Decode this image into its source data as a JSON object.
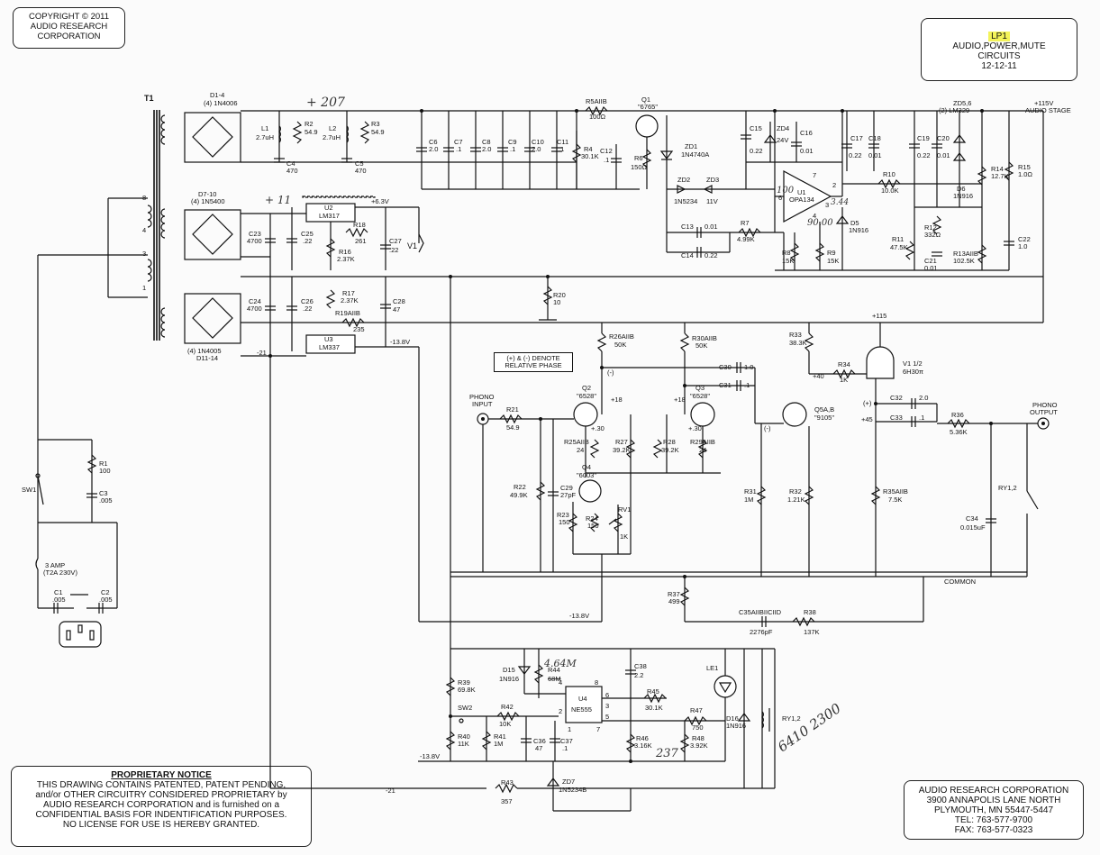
{
  "copyright": {
    "line1": "COPYRIGHT © 2011",
    "line2": "AUDIO RESEARCH",
    "line3": "CORPORATION"
  },
  "title_block": {
    "id": "LP1",
    "line1": "AUDIO,POWER,MUTE",
    "line2": "CIRCUITS",
    "date": "12-12-11",
    "highlight_color": "#f3f35a"
  },
  "proprietary": {
    "heading": "PROPRIETARY NOTICE",
    "lines": [
      "THIS DRAWING CONTAINS PATENTED, PATENT PENDING,",
      "and/or OTHER CIRCUITRY CONSIDERED PROPRIETARY by",
      "AUDIO RESEARCH CORPORATION and is furnished on a",
      "CONFIDENTIAL BASIS FOR INDENTIFICATION PURPOSES.",
      "NO LICENSE FOR USE IS HEREBY GRANTED."
    ]
  },
  "address": {
    "company": "AUDIO RESEARCH CORPORATION",
    "street": "3900 ANNAPOLIS LANE NORTH",
    "city": "PLYMOUTH, MN 55447-5447",
    "tel": "TEL:  763-577-9700",
    "fax": "FAX:  763-577-0323"
  },
  "phase_note": {
    "line1": "(+) & (-) DENOTE",
    "line2": "RELATIVE PHASE"
  },
  "handwritten": {
    "note1": "+ 207",
    "note2": "+ 11",
    "note3": "4.64M",
    "note4": "237",
    "note5": "6410 2300",
    "note6": "100",
    "note7": "90.00",
    "note8": "3.44"
  },
  "labels": {
    "T1": "T1",
    "D1_4": "D1-4",
    "D1_4b": "(4) 1N4006",
    "D7_10": "D7-10",
    "D7_10b": "(4) 1N5400",
    "D11_14a": "(4) 1N4005",
    "D11_14b": "D11-14",
    "L1": "L1",
    "L1v": "2.7uH",
    "L2": "L2",
    "L2v": "2.7uH",
    "R2": "R2",
    "R2v": "54.9",
    "R3": "R3",
    "R3v": "54.9",
    "C4": "C4",
    "C4v": "470",
    "C5": "C5",
    "C5v": "470",
    "C6": "C6",
    "C6v": "2.0",
    "C7": "C7",
    "C7v": ".1",
    "C8": "C8",
    "C8v": "2.0",
    "C9": "C9",
    "C9v": ".1",
    "C10": "C10",
    "C10v": "2.0",
    "C11": "C11",
    "C11v": ".1",
    "R5": "R5AIIB",
    "R5v": "100Ω",
    "Q1": "Q1",
    "Q1v": "\"6765\"",
    "R4": "R4",
    "R4v": "30.1K",
    "C12": "C12",
    "C12v": ".1",
    "R6": "R6",
    "R6v": "150Ω",
    "ZD1": "ZD1",
    "ZD1v": "1N4740A",
    "ZD2": "ZD2",
    "ZD2v": "1N5234",
    "ZD3": "ZD3",
    "ZD3v": "11V",
    "C13": "C13",
    "C13v": "0.01",
    "C14": "C14",
    "C14v": "0.22",
    "R7": "R7",
    "R7v": "4.99K",
    "C15": "C15",
    "C15v": "0.22",
    "ZD4": "ZD4",
    "ZD4v": "24V",
    "C16": "C16",
    "C16v": "0.01",
    "U1": "U1",
    "U1v": "OPA134",
    "R8": "R8",
    "R8v": "15K",
    "R9": "R9",
    "R9v": "15K",
    "D5": "D5",
    "D5v": "1N916",
    "C17": "C17",
    "C17v": "0.22",
    "C18": "C18",
    "C18v": "0.01",
    "R10": "R10",
    "R10v": "10.0K",
    "ZD56": "ZD5,6",
    "ZD56v": "(2) LM329",
    "plus115a": "+115V",
    "plus115b": "AUDIO STAGE",
    "C19": "C19",
    "C19v": "0.22",
    "C20": "C20",
    "C20v": "0.01",
    "D6": "D6",
    "D6v": "1N916",
    "R14": "R14",
    "R14v": "12.7K",
    "R15": "R15",
    "R15v": "1.0Ω",
    "R11": "R11",
    "R11v": "47.5K",
    "R12": "R12",
    "R12v": "332Ω",
    "C21": "C21",
    "C21v": "0.01",
    "R13": "R13AIIB",
    "R13v": "102.5K",
    "C22": "C22",
    "C22v": "1.0",
    "U2": "U2",
    "U2v": "LM317",
    "plus63": "+6.3V",
    "R18": "R18",
    "R18v": "261",
    "R16": "R16",
    "R16v": "2.37K",
    "C23": "C23",
    "C23v": "4700",
    "C25": "C25",
    "C25v": ".22",
    "C27": "C27",
    "C27v": ".22",
    "V1": "V1",
    "C24": "C24",
    "C24v": "4700",
    "C26": "C26",
    "C26v": ".22",
    "R17": "R17",
    "R17v": "2.37K",
    "R19": "R19AIIB",
    "R19v": "235",
    "C28": "C28",
    "C28v": "47",
    "U3": "U3",
    "U3v": "LM337",
    "m21": "-21",
    "m138": "-13.8V",
    "R20": "R20",
    "R20v": "10",
    "R26": "R26AIIB",
    "R26v": "50K",
    "R30": "R30AIIB",
    "R30v": "50K",
    "R33": "R33",
    "R33v": "38.3K",
    "p115": "+115",
    "V1tube": "V1 1/2",
    "V1tubev": "6H30π",
    "R34": "R34",
    "R34v": "1K",
    "p40": "+40",
    "C30": "C30",
    "C30v": "1.0",
    "C31": "C31",
    "C31v": ".1",
    "Q2": "Q2",
    "Q2v": "\"6528\"",
    "Q3": "Q3",
    "Q3v": "\"6528\"",
    "Q5": "Q5A,B",
    "Q5v": "\"9105\"",
    "p18a": "+18",
    "p18b": "+18",
    "p30a": "+.30",
    "p30b": "+.30",
    "minus_a": "(-)",
    "minus_b": "(-)",
    "phono_in1": "PHONO",
    "phono_in2": "INPUT",
    "R21": "R21",
    "R21v": "54.9",
    "R25": "R25AIIB",
    "R25v": "24",
    "R27": "R27",
    "R27v": "39.2K",
    "R28": "R28",
    "R28v": "39.2K",
    "R29": "R29AIIB",
    "R29v": "24",
    "C32": "C32",
    "C32v": "2.0",
    "C33": "C33",
    "C33v": ".1",
    "plus_a": "(+)",
    "p45": "+45",
    "R36": "R36",
    "R36v": "5.36K",
    "phono_out1": "PHONO",
    "phono_out2": "OUTPUT",
    "C4q": "Q4",
    "Q4v": "\"6003\"",
    "C29": "C29",
    "C29v": "27pF",
    "R22": "R22",
    "R22v": "49.9K",
    "R23": "R23",
    "R23v": "150",
    "R24": "R24",
    "R24v": "150",
    "RV1": "RV1",
    "RV1v": "1K",
    "R31": "R31",
    "R31v": "1M",
    "R32": "R32",
    "R32v": "1.21K",
    "R35": "R35AIIB",
    "R35v": "7.5K",
    "RY12": "RY1,2",
    "C34": "C34",
    "C34v": "0.015uF",
    "COMMON": "COMMON",
    "R37": "R37",
    "R37v": "499",
    "C35": "C35AIIBIICIID",
    "C35v": "2276pF",
    "R38": "R38",
    "R38v": "137K",
    "m138b": "-13.8V",
    "R1": "R1",
    "R1v": "100",
    "C3": "C3",
    "C3v": ".005",
    "SW1": "SW1",
    "fuse1": "3 AMP",
    "fuse2": "(T2A 230V)",
    "C1": "C1",
    "C1v": ".005",
    "C2": "C2",
    "C2v": ".005",
    "R39": "R39",
    "R39v": "69.8K",
    "D15": "D15",
    "D15v": "1N916",
    "R44": "R44",
    "R44v": "68M",
    "U4": "U4",
    "U4v": "NE555",
    "C38": "C38",
    "C38v": "2.2",
    "LE1": "LE1",
    "SW2": "SW2",
    "R42": "R42",
    "R42v": "10K",
    "R45": "R45",
    "R45v": "30.1K",
    "R47": "R47",
    "R47v": "750",
    "D16": "D16",
    "D16v": "1N916",
    "RY12b": "RY1,2",
    "R40": "R40",
    "R40v": "11K",
    "R41": "R41",
    "R41v": "1M",
    "C36": "C36",
    "C36v": "47",
    "C37": "C37",
    "C37v": ".1",
    "R46": "R46",
    "R46v": "3.16K",
    "R48": "R48",
    "R48v": "3.92K",
    "m138c": "-13.8V",
    "m21b": "-21",
    "R43": "R43",
    "R43v": "357",
    "ZD7": "ZD7",
    "ZD7v": "1N5234B",
    "p4": "4",
    "p8": "8",
    "p2": "2",
    "p6": "6",
    "p7": "7",
    "p1": "1",
    "p3": "3",
    "p5": "5",
    "op7": "7",
    "op6": "6",
    "op3": "3",
    "op4": "4",
    "op2": "2"
  }
}
